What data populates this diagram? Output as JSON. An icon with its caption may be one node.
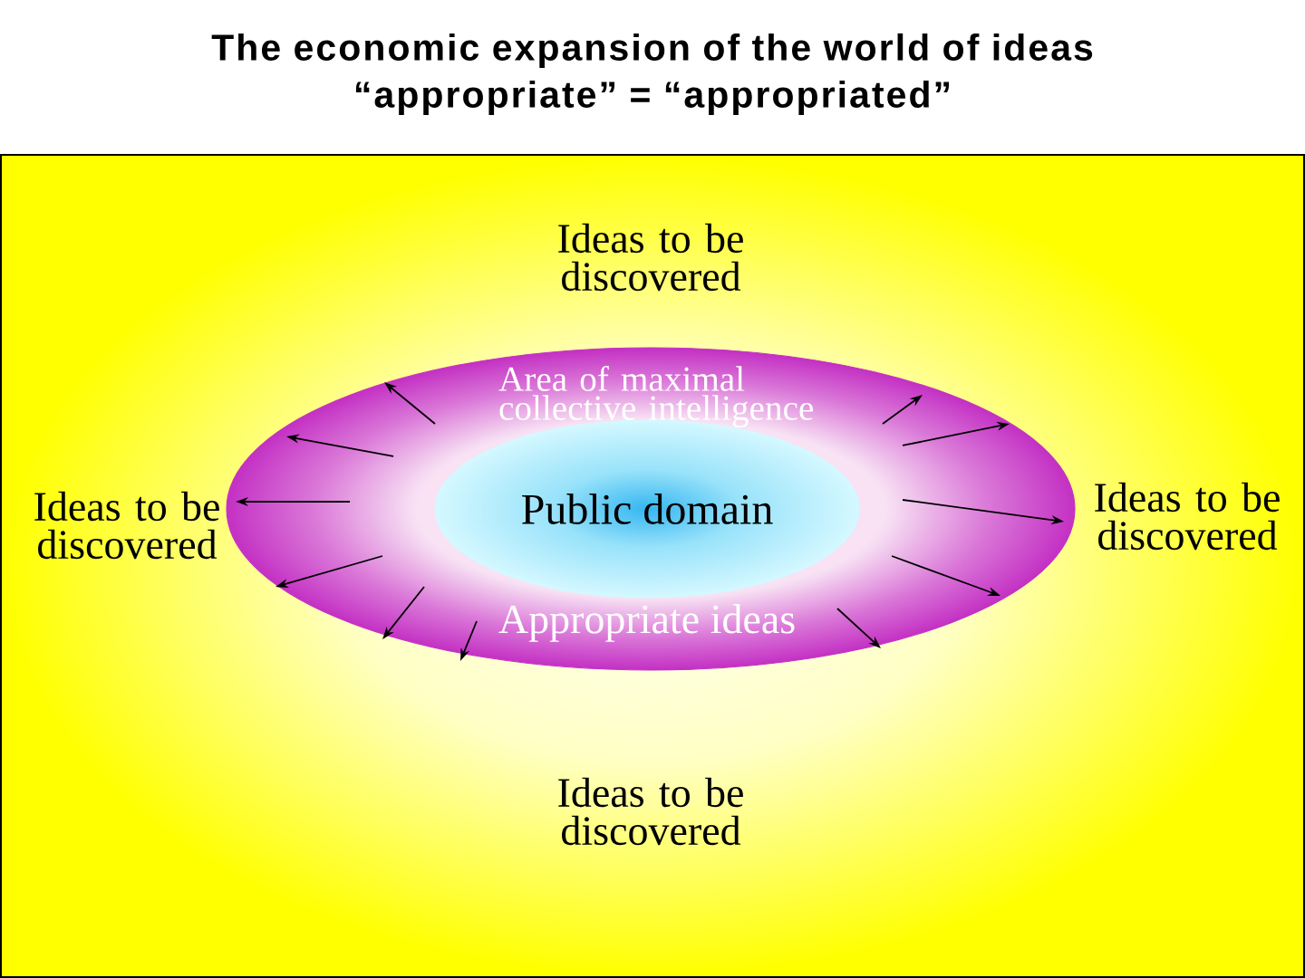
{
  "diagram": {
    "title": "The economic expansion of the world of ideas",
    "nodes": [
      {
        "text": [
          "Ideas to be discovered"
        ]
      },
      {
        "text": [
          "Area of maximal collective intelligence",
          "Appropriate ideas"
        ]
      },
      {
        "text": [
          "Public domain"
        ],
        "in": 1
      },
      {
        "text": [
          "Ideas to be discovered"
        ]
      },
      {
        "text": [
          "Ideas to be discovered"
        ]
      },
      {
        "text": [
          "Ideas to be discovered"
        ]
      }
    ],
    "labels": [
      "“appropriate” = “appropriated”"
    ]
  }
}
